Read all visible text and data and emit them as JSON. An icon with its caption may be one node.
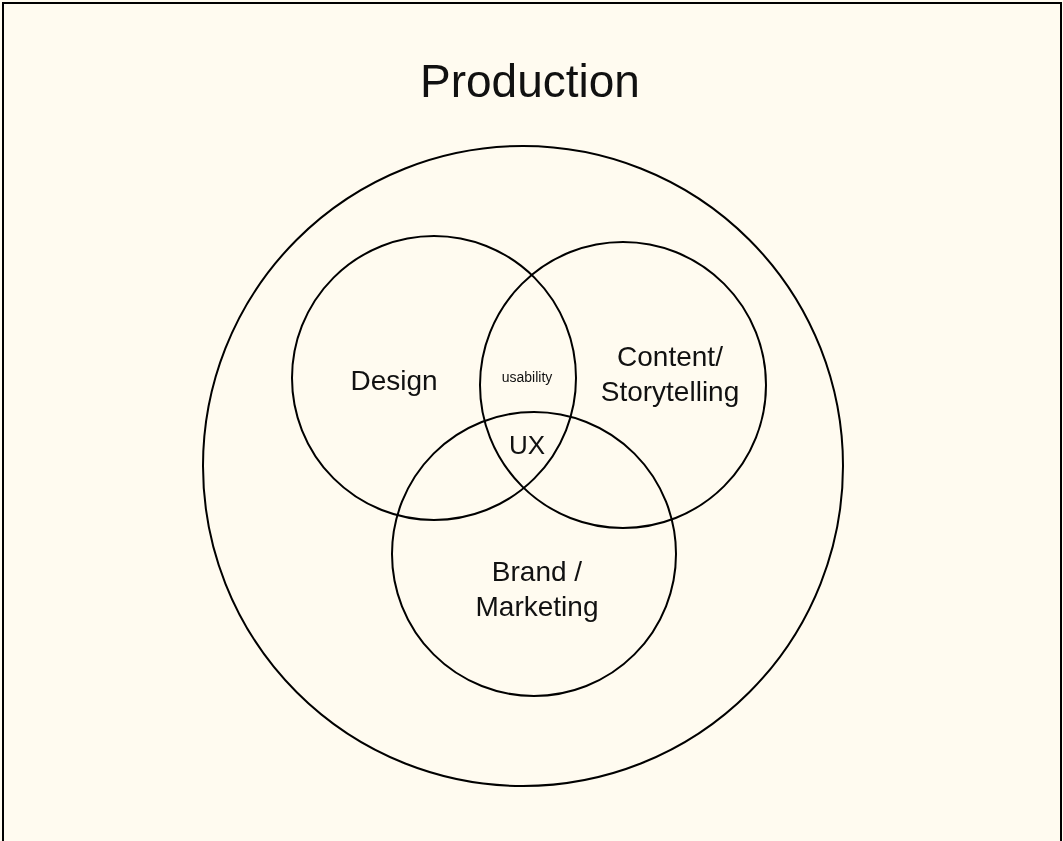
{
  "diagram": {
    "title": "Production",
    "nodes": [
      {
        "text": [],
        "shape": "circle"
      },
      {
        "text": [
          "Design"
        ],
        "in": 0
      },
      {
        "text": [
          "Content/ Storytelling"
        ],
        "in": 0
      },
      {
        "text": [
          "Brand / Marketing"
        ],
        "in": 0
      }
    ],
    "labels": [
      "usability",
      "UX"
    ]
  }
}
